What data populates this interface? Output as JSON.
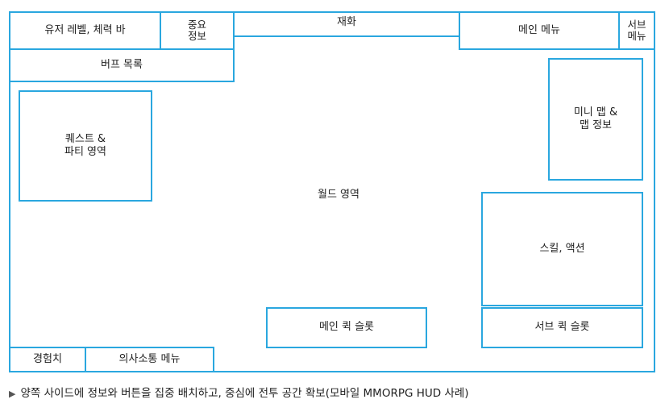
{
  "layout_labels": {
    "user_level_hp": "유저 레벨, 체력 바",
    "important_info": "중요\n정보",
    "currency": "재화",
    "main_menu": "메인 메뉴",
    "sub_menu": "서브\n메뉴",
    "buff_list": "버프 목록",
    "quest_party": "퀘스트 &\n파티 영역",
    "world_area": "월드 영역",
    "minimap": "미니 맵 &\n맵 정보",
    "skill_action": "스킬, 액션",
    "main_quick_slot": "메인 퀵 슬롯",
    "sub_quick_slot": "서브 퀵 슬롯",
    "experience": "경험치",
    "communication_menu": "의사소통 메뉴"
  },
  "caption": {
    "marker": "▶",
    "text": "양쪽 사이드에 정보와 버튼을 집중 배치하고, 중심에 전투 공간 확보(모바일 MMORPG HUD 사례)"
  },
  "accent_color": "#2aa7df"
}
